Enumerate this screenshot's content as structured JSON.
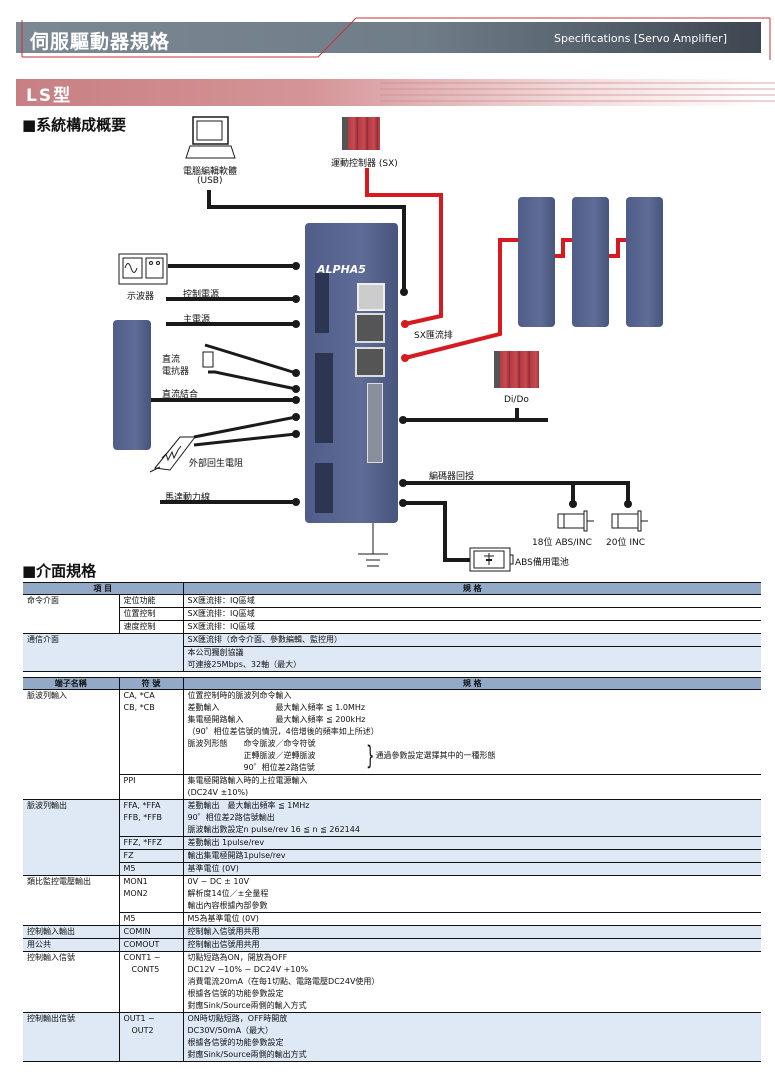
{
  "header": {
    "title": "伺服驅動器規格",
    "subtitle": "Specifications [Servo Amplifier]"
  },
  "model_bar": {
    "title": "LS型"
  },
  "system_overview": {
    "heading": "■系統構成概要",
    "labels": {
      "pc": "電腦編輯軟體",
      "pc_sub": "(USB)",
      "motion_controller": "運動控制器 (SX)",
      "oscilloscope": "示波器",
      "control_power": "控制電源",
      "main_power": "主電源",
      "dc_reactor": "直流\n電抗器",
      "dc_reactor_1": "直流",
      "dc_reactor_2": "電抗器",
      "dc_link": "直流結合",
      "external_resistor": "外部回生電阻",
      "motor_power": "馬達動力線",
      "sx_bus": "SX匯流排",
      "dido": "Di/Do",
      "encoder_feedback": "編碼器回授",
      "motor_18bit": "18位 ABS/INC",
      "motor_20bit": "20位 INC",
      "abs_battery": "ABS備用電池",
      "drive_logo": "ALPHA5"
    },
    "colors": {
      "sx_bus": "#d71920",
      "wire": "#1a1a1a"
    }
  },
  "interface_spec": {
    "heading": "■介面規格",
    "table1": {
      "headers": [
        "項 目",
        "規 格"
      ],
      "rows": [
        {
          "item": "命令介面",
          "sub": "定位功能",
          "spec": [
            "SX匯流排：IQ區域"
          ]
        },
        {
          "item": "",
          "sub": "位置控制",
          "spec": [
            "SX匯流排：IQ區域"
          ]
        },
        {
          "item": "",
          "sub": "速度控制",
          "spec": [
            "SX匯流排：IQ區域"
          ]
        },
        {
          "item": "通信介面",
          "sub": "",
          "spec": [
            "SX匯流排（命令介面、參數編輯、監控用）"
          ]
        },
        {
          "item": "",
          "sub": "",
          "spec": [
            "本公司獨創協議",
            "可連接25Mbps、32軸（最大）"
          ]
        }
      ]
    },
    "table2": {
      "headers": [
        "端子名稱",
        "符 號",
        "規 格"
      ],
      "rows": [
        {
          "name": "脈波列輸入",
          "symbol": [
            "CA, *CA",
            "CB, *CB"
          ],
          "spec": [
            "位置控制時的脈波列命令輸入",
            "差動輸入　　　　　　　最大輸入頻率 ≦ 1.0MHz",
            "集電極開路輸入　　　　最大輸入頻率 ≦ 200kHz",
            "（90゜相位差信號的情況，4倍增後的頻率如上所述）",
            "脈波列形態　　命令脈波／命令符號",
            "　　　　　　　正轉脈波／逆轉脈波",
            "　　　　　　　90゜相位差2路信號"
          ],
          "brace_note": "通過參數設定選擇其中的一種形態"
        },
        {
          "name": "",
          "symbol": [
            "PPI"
          ],
          "spec": [
            "集電極開路輸入時的上拉電源輸入",
            "(DC24V ±10%)"
          ]
        },
        {
          "name": "脈波列輸出",
          "symbol": [
            "FFA, *FFA",
            "FFB, *FFB"
          ],
          "spec": [
            "差動輸出　最大輸出頻率 ≦ 1MHz",
            "90゜相位差2路信號輸出",
            "脈波輸出數設定n pulse/rev 16 ≦ n ≦ 262144"
          ]
        },
        {
          "name": "",
          "symbol": [
            "FFZ, *FFZ"
          ],
          "spec": [
            "差動輸出 1pulse/rev"
          ]
        },
        {
          "name": "",
          "symbol": [
            "FZ"
          ],
          "spec": [
            "輸出集電極開路1pulse/rev"
          ]
        },
        {
          "name": "",
          "symbol": [
            "M5"
          ],
          "spec": [
            "基準電位 (0V)"
          ]
        },
        {
          "name": "類比監控電壓輸出",
          "symbol": [
            "MON1",
            "MON2"
          ],
          "spec": [
            "0V ~ DC ± 10V",
            "解析度14位／±全量程",
            "輸出內容根據內部參數"
          ]
        },
        {
          "name": "",
          "symbol": [
            "M5"
          ],
          "spec": [
            "M5為基準電位 (0V)"
          ]
        },
        {
          "name": "控制輸入輸出",
          "symbol": [
            "COMIN"
          ],
          "spec": [
            "控制輸入信號用共用"
          ]
        },
        {
          "name": "用公共",
          "symbol": [
            "COMOUT"
          ],
          "spec": [
            "控制輸出信號用共用"
          ]
        },
        {
          "name": "控制輸入信號",
          "symbol": [
            "CONT1 ~",
            "　CONT5"
          ],
          "spec": [
            "切點短路為ON，開放為OFF",
            "DC12V −10% ~ DC24V +10%",
            "消費電流20mA（在每1切點、電路電壓DC24V使用）",
            "根據各信號的功能參數設定",
            "對應Sink/Source兩側的輸入方式"
          ]
        },
        {
          "name": "控制輸出信號",
          "symbol": [
            "OUT1 ~",
            "　OUT2"
          ],
          "spec": [
            "ON時切點短路，OFF時開放",
            "DC30V/50mA（最大）",
            "根據各信號的功能參數設定",
            "對應Sink/Source兩側的輸出方式"
          ]
        }
      ]
    }
  }
}
